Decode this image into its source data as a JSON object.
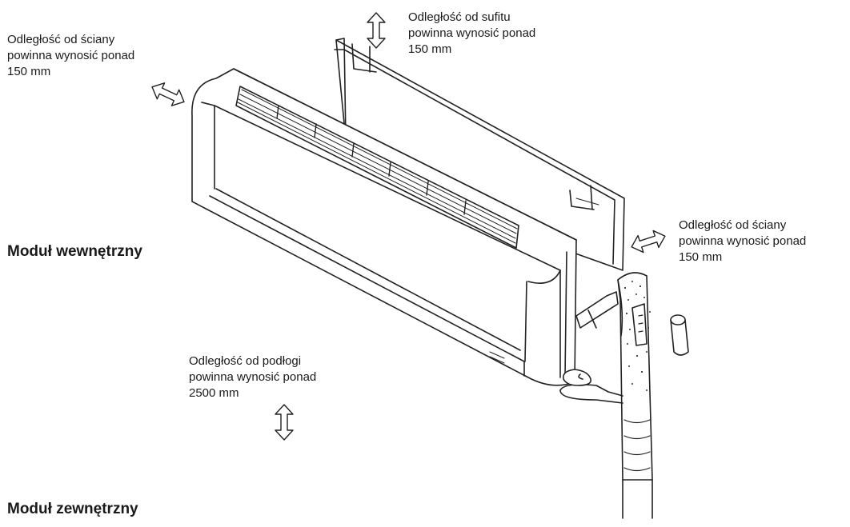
{
  "notes": {
    "wall_left": {
      "line1": "Odległość od ściany",
      "line2": "powinna wynosić ponad",
      "line3": "150  mm"
    },
    "ceiling": {
      "line1": "Odległość od sufitu",
      "line2": "powinna wynosić ponad",
      "line3": "150  mm"
    },
    "wall_right": {
      "line1": "Odległość od ściany",
      "line2": "powinna wynosić ponad",
      "line3": "150  mm"
    },
    "floor": {
      "line1": "Odległość od podłogi",
      "line2": "powinna wynosić ponad",
      "line3": "2500 mm"
    }
  },
  "labels": {
    "indoor_unit": "Moduł wewnętrzny",
    "outdoor_unit": "Moduł zewnętrzny"
  },
  "icons": [
    "double-arrow-icon"
  ]
}
